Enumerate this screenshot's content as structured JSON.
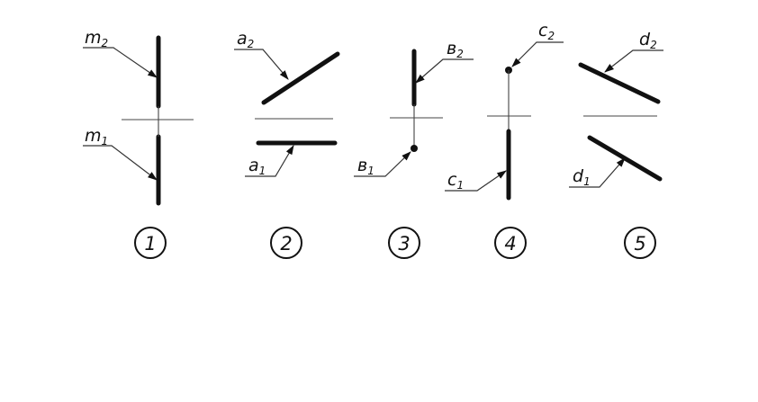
{
  "figures": [
    {
      "number": "1",
      "upper": {
        "letter": "m",
        "sub": "2"
      },
      "lower": {
        "letter": "m",
        "sub": "1"
      }
    },
    {
      "number": "2",
      "upper": {
        "letter": "a",
        "sub": "2"
      },
      "lower": {
        "letter": "a",
        "sub": "1"
      }
    },
    {
      "number": "3",
      "upper": {
        "letter": "в",
        "sub": "2"
      },
      "lower": {
        "letter": "в",
        "sub": "1"
      }
    },
    {
      "number": "4",
      "upper": {
        "letter": "c",
        "sub": "2"
      },
      "lower": {
        "letter": "c",
        "sub": "1"
      }
    },
    {
      "number": "5",
      "upper": {
        "letter": "d",
        "sub": "2"
      },
      "lower": {
        "letter": "d",
        "sub": "1"
      }
    }
  ]
}
